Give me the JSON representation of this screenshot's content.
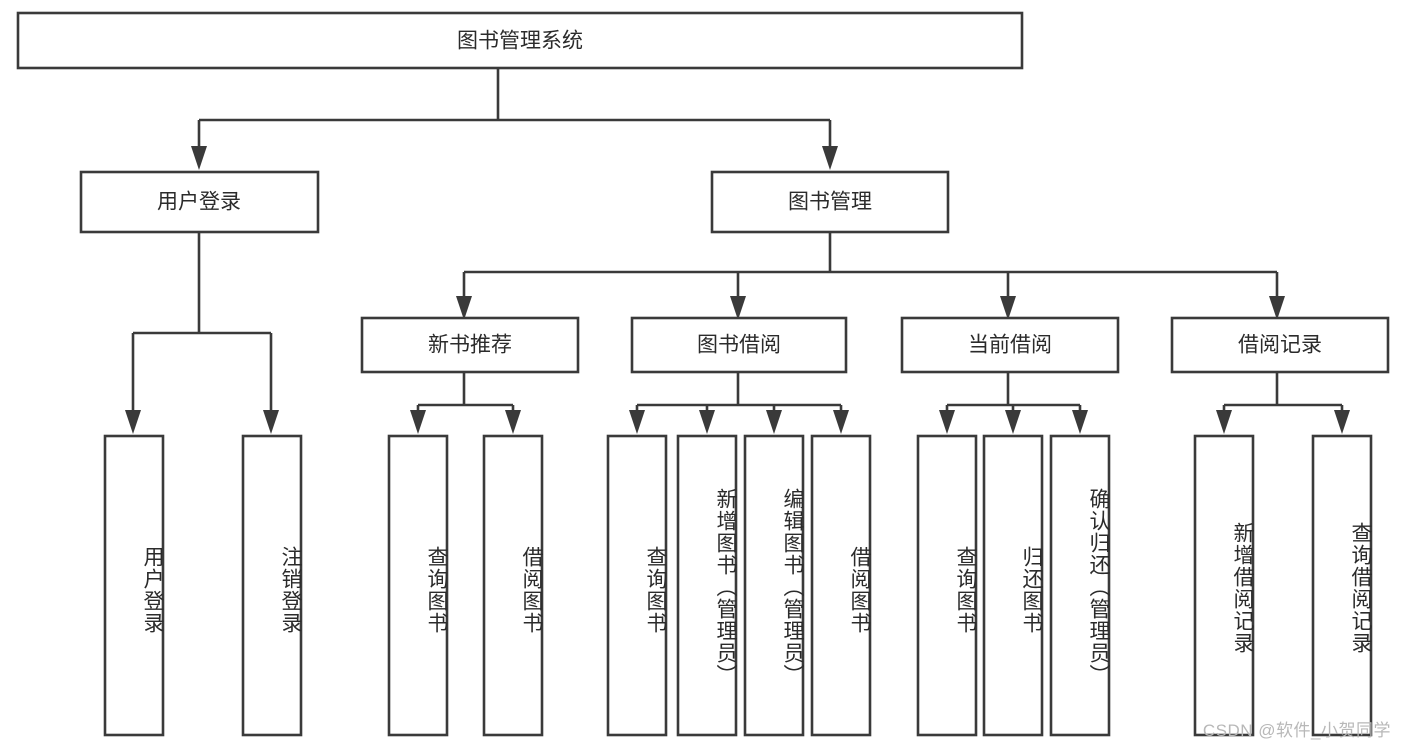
{
  "diagram": {
    "title": "图书管理系统",
    "type": "tree-hierarchy",
    "watermark": "CSDN @软件_小贺同学",
    "colors": {
      "stroke": "#3a3a3a",
      "fill": "#ffffff",
      "text": "#2b2b2b",
      "watermark": "#b8b8b8"
    },
    "root": {
      "label": "图书管理系统"
    },
    "level2": [
      {
        "label": "用户登录"
      },
      {
        "label": "图书管理"
      }
    ],
    "level3": [
      {
        "label": "新书推荐"
      },
      {
        "label": "图书借阅"
      },
      {
        "label": "当前借阅"
      },
      {
        "label": "借阅记录"
      }
    ],
    "leaves": {
      "user_login": [
        {
          "label": "用户登录"
        },
        {
          "label": "注销登录"
        }
      ],
      "new_book_recommend": [
        {
          "label": "查询图书"
        },
        {
          "label": "借阅图书"
        }
      ],
      "book_borrow": [
        {
          "label": "查询图书"
        },
        {
          "label": "新增图书（管理员）"
        },
        {
          "label": "编辑图书（管理员）"
        },
        {
          "label": "借阅图书"
        }
      ],
      "current_borrow": [
        {
          "label": "查询图书"
        },
        {
          "label": "归还图书"
        },
        {
          "label": "确认归还（管理员）"
        }
      ],
      "borrow_records": [
        {
          "label": "新增借阅记录"
        },
        {
          "label": "查询借阅记录"
        }
      ]
    }
  }
}
